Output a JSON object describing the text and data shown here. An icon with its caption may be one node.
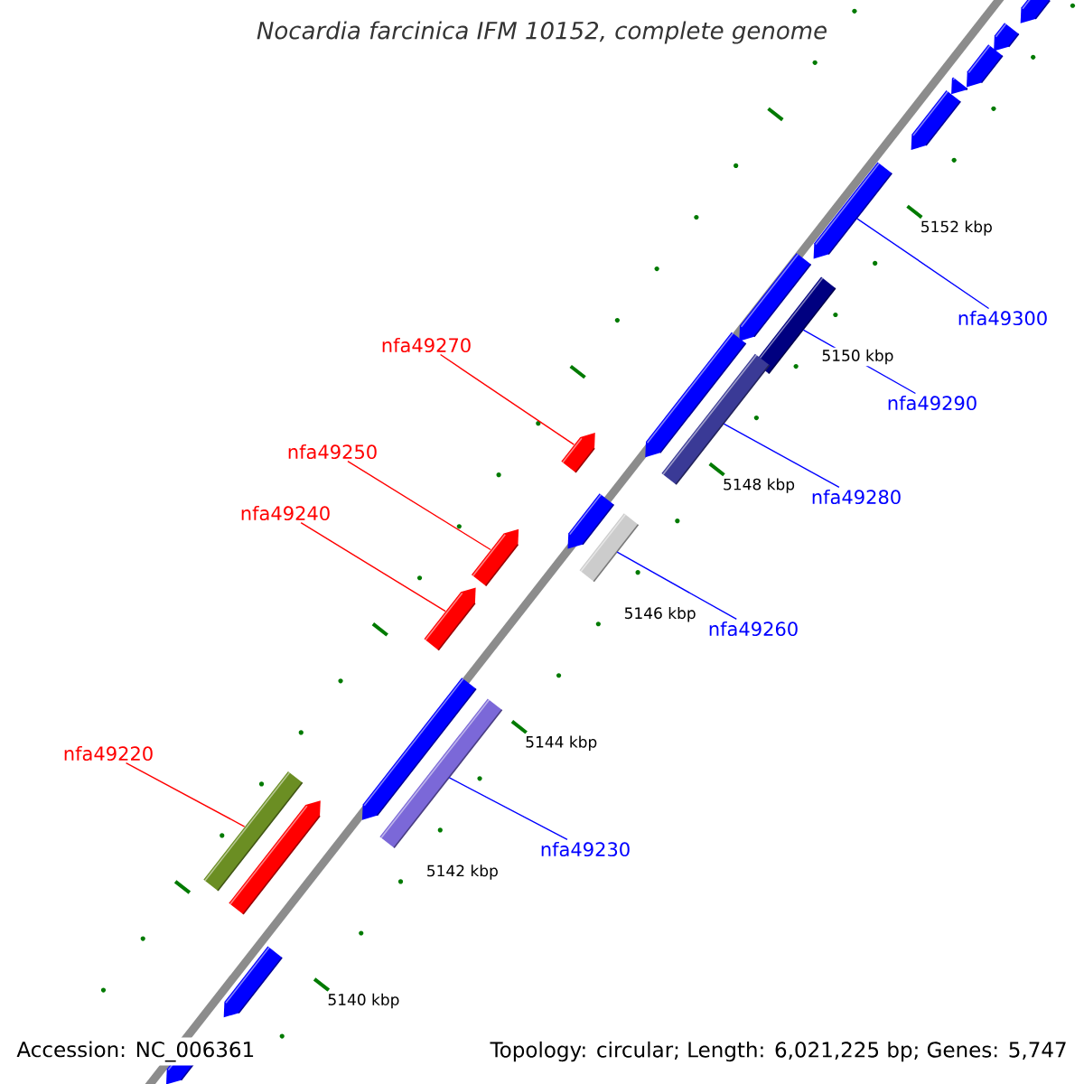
{
  "diagram": {
    "title": "Nocardia farcinica IFM 10152, complete genome",
    "nodes": [
      {
        "text": [
          "nfa49300"
        ]
      },
      {
        "text": [
          "nfa49270"
        ]
      },
      {
        "text": [
          "nfa49290"
        ]
      },
      {
        "text": [
          "nfa49250"
        ]
      },
      {
        "text": [
          "nfa49280"
        ]
      },
      {
        "text": [
          "nfa49240"
        ]
      },
      {
        "text": [
          "nfa49260"
        ]
      },
      {
        "text": [
          "nfa49220"
        ]
      },
      {
        "text": [
          "nfa49230"
        ]
      },
      {
        "text": [],
        "shape": "bar"
      },
      {
        "text": [],
        "shape": "bar"
      },
      {
        "text": [],
        "shape": "bar"
      },
      {
        "text": [],
        "shape": "bar"
      },
      {
        "text": [],
        "shape": "bar"
      },
      {
        "text": [],
        "shape": "bar"
      },
      {
        "text": [],
        "shape": "bar"
      },
      {
        "text": [],
        "shape": "bar"
      },
      {
        "text": [],
        "shape": "bar"
      }
    ],
    "edges": [
      {
        "from": 0,
        "to": 9,
        "arrow": "none",
        "color": "#0000ff"
      },
      {
        "from": 1,
        "to": 10,
        "arrow": "none",
        "color": "#ff0000"
      },
      {
        "from": 2,
        "to": 11,
        "arrow": "none",
        "color": "#0000ff"
      },
      {
        "from": 3,
        "to": 12,
        "arrow": "none",
        "color": "#ff0000"
      },
      {
        "from": 4,
        "to": 13,
        "arrow": "none",
        "color": "#0000ff"
      },
      {
        "from": 5,
        "to": 14,
        "arrow": "none",
        "color": "#ff0000"
      },
      {
        "from": 6,
        "to": 15,
        "arrow": "none",
        "color": "#0000ff"
      },
      {
        "from": 7,
        "to": 16,
        "arrow": "none",
        "color": "#ff0000"
      },
      {
        "from": 8,
        "to": 17,
        "arrow": "none",
        "color": "#0000ff"
      }
    ],
    "labels": [
      "5152 kbp",
      "5150 kbp",
      "5148 kbp",
      "5146 kbp",
      "5144 kbp",
      "5142 kbp",
      "5140 kbp",
      "Accession: NC_006361",
      "Topology: circular; Length: 6,021,225 bp; Genes: 5,747"
    ]
  }
}
